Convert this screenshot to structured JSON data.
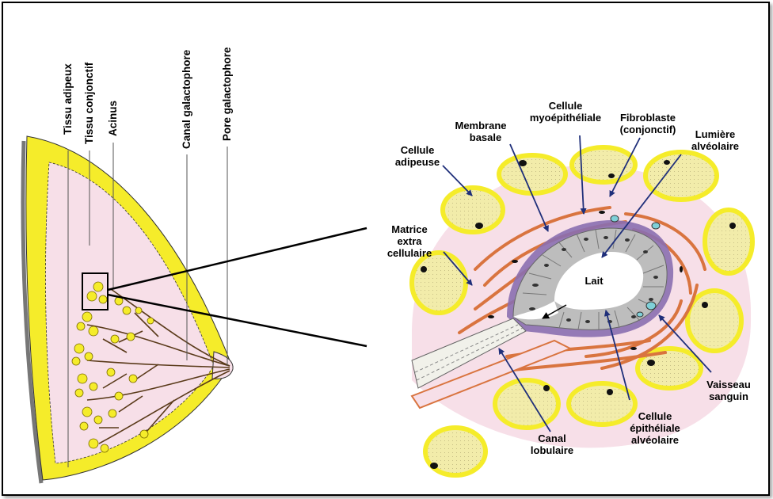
{
  "left_labels": {
    "tissu_adipeux": "Tissu adipeux",
    "tissu_conjonctif": "Tissu conjonctif",
    "acinus": "Acinus",
    "canal_galactophore": "Canal galactophore",
    "pore_galactophore": "Pore galactophore"
  },
  "right_labels": {
    "cellule_line1": "Cellule",
    "cellule_line2": "adipeuse",
    "membrane_line1": "Membrane",
    "membrane_line2": "basale",
    "myo_line1": "Cellule",
    "myo_line2": "myoépithéliale",
    "fibro_line1": "Fibroblaste",
    "fibro_line2": "(conjonctif)",
    "lumiere_line1": "Lumière",
    "lumiere_line2": "alvéolaire",
    "matrice_line1": "Matrice",
    "matrice_line2": "extra",
    "matrice_line3": "cellulaire",
    "lait": "Lait",
    "vaisseau_line1": "Vaisseau",
    "vaisseau_line2": "sanguin",
    "epith_line1": "Cellule",
    "epith_line2": "épithéliale",
    "epith_line3": "alvéolaire",
    "canal_line1": "Canal",
    "canal_line2": "lobulaire"
  },
  "colors": {
    "adipose_yellow": "#f5ec2a",
    "fat_cell": "#f2ecaa",
    "tissue_pink": "#f7dfe8",
    "fiber_orange": "#d9743f",
    "cell_grey": "#bdbdbd",
    "basal_purple": "#8a6fb0",
    "arrow_navy": "#1f2f7a"
  }
}
